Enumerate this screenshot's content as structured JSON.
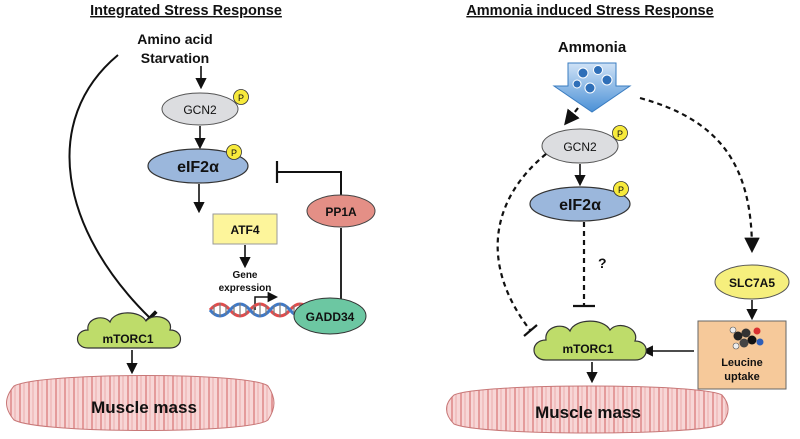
{
  "left_panel": {
    "title": "Integrated Stress Response",
    "trigger_line1": "Amino acid",
    "trigger_line2": "Starvation",
    "gcn2": "GCN2",
    "eif2a": "eIF2α",
    "atf4": "ATF4",
    "pp1a": "PP1A",
    "gene_line1": "Gene",
    "gene_line2": "expression",
    "gadd34": "GADD34",
    "mtorc1": "mTORC1",
    "muscle": "Muscle mass"
  },
  "right_panel": {
    "title": "Ammonia induced Stress Response",
    "trigger": "Ammonia",
    "gcn2": "GCN2",
    "eif2a": "eIF2α",
    "question": "?",
    "slc7a5": "SLC7A5",
    "leucine_line1": "Leucine",
    "leucine_line2": "uptake",
    "mtorc1": "mTORC1",
    "muscle": "Muscle mass"
  },
  "phospho_label": "P",
  "colors": {
    "gcn2_fill": "#dcdde0",
    "eif2a_fill": "#9bb7dc",
    "atf4_fill": "#fdf59b",
    "pp1a_fill": "#e48f86",
    "gadd34_fill": "#6cc7a2",
    "mtorc1_fill": "#bedc6a",
    "slc7a5_fill": "#f6ef7d",
    "leucine_fill": "#f6c99a",
    "phospho_fill": "#f7ea3c",
    "muscle_fill": "#f5cfcf",
    "muscle_stripe": "#d97b7b",
    "ammonia_arrow": "#4a90d6"
  }
}
